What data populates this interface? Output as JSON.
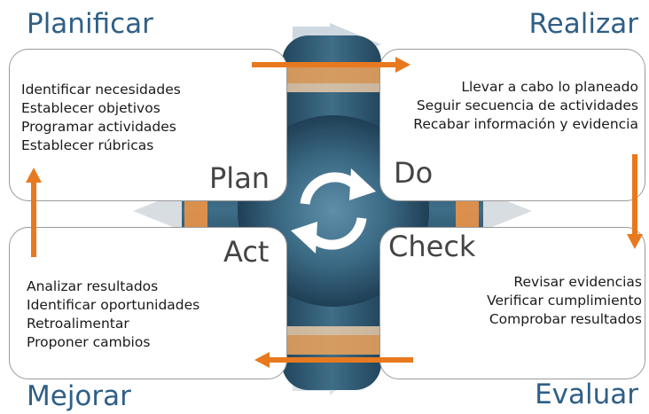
{
  "quadrants": {
    "plan": {
      "title": "Planificar",
      "label": "Plan",
      "items": [
        "Identificar necesidades",
        "Establecer objetivos",
        "Programar actividades",
        "Establecer rúbricas"
      ]
    },
    "do": {
      "title": "Realizar",
      "label": "Do",
      "items": [
        "Llevar a cabo lo planeado",
        "Seguir secuencia de actividades",
        "Recabar información y evidencia"
      ]
    },
    "check": {
      "title": "Evaluar",
      "label": "Check",
      "items": [
        "Revisar evidencias",
        "Verificar cumplimiento",
        "Comprobar resultados"
      ]
    },
    "act": {
      "title": "Mejorar",
      "label": "Act",
      "items": [
        "Analizar resultados",
        "Identificar oportunidades",
        "Retroalimentar",
        "Proponer cambios"
      ]
    }
  },
  "colors": {
    "title": "#2f5f86",
    "arrow": "#e8791f",
    "hub": "#2e5670"
  },
  "icons": {
    "center": "refresh-cycle-icon"
  }
}
